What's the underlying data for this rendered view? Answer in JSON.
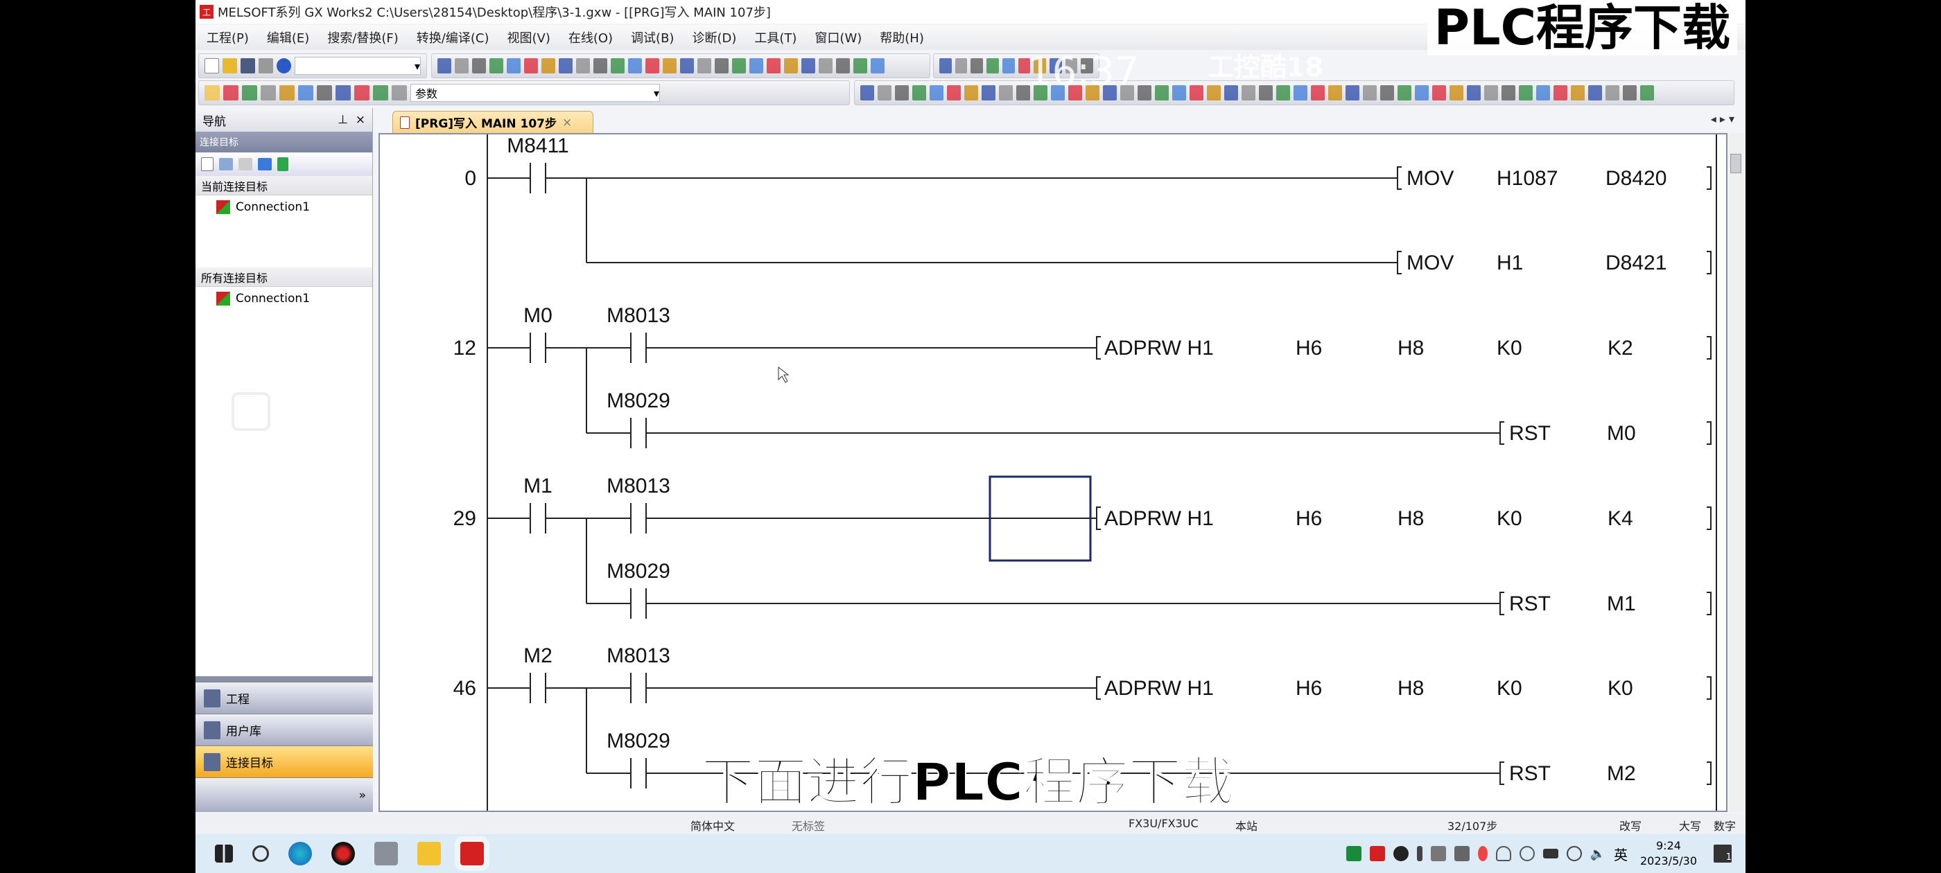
{
  "window": {
    "title": "MELSOFT系列 GX Works2 C:\\Users\\28154\\Desktop\\程序\\3-1.gxw - [[PRG]写入 MAIN 107步]",
    "app_icon": "工"
  },
  "menu": [
    "工程(P)",
    "编辑(E)",
    "搜索/替换(F)",
    "转换/编译(C)",
    "视图(V)",
    "在线(O)",
    "调试(B)",
    "诊断(D)",
    "工具(T)",
    "窗口(W)",
    "帮助(H)"
  ],
  "toolbar": {
    "combo2_value": "参数"
  },
  "nav": {
    "title": "导航",
    "pin": "⊥",
    "close": "×",
    "panel_title": "连接目标",
    "current_label": "当前连接目标",
    "current_item": "Connection1",
    "all_label": "所有连接目标",
    "all_item": "Connection1",
    "buttons": [
      {
        "label": "工程",
        "active": false
      },
      {
        "label": "用户库",
        "active": false
      },
      {
        "label": "连接目标",
        "active": true
      }
    ],
    "more": "»"
  },
  "tab": {
    "label": "[PRG]写入 MAIN 107步",
    "close": "×"
  },
  "tab_nav": "◂ ▸ ▾",
  "ladder": {
    "rungs": [
      {
        "step": "0",
        "contacts": [
          {
            "label": "M8411"
          }
        ],
        "branch": null,
        "instr": [
          "MOV",
          "H1087",
          "D8420"
        ],
        "row2": {
          "contact": null,
          "instr": [
            "MOV",
            "H1",
            "D8421"
          ]
        }
      },
      {
        "step": "12",
        "contacts": [
          {
            "label": "M0"
          },
          {
            "label": "M8013"
          }
        ],
        "instr": [
          "ADPRW H1",
          "H6",
          "H8",
          "K0",
          "K2"
        ],
        "row2": {
          "contact": "M8029",
          "instr": [
            "RST",
            "M0"
          ]
        }
      },
      {
        "step": "29",
        "contacts": [
          {
            "label": "M1"
          },
          {
            "label": "M8013"
          }
        ],
        "instr": [
          "ADPRW H1",
          "H6",
          "H8",
          "K0",
          "K4"
        ],
        "row2": {
          "contact": "M8029",
          "instr": [
            "RST",
            "M1"
          ]
        },
        "cursor": true
      },
      {
        "step": "46",
        "contacts": [
          {
            "label": "M2"
          },
          {
            "label": "M8013"
          }
        ],
        "instr": [
          "ADPRW H1",
          "H6",
          "H8",
          "K0",
          "K0"
        ],
        "row2": {
          "contact": "M8029",
          "instr": [
            "RST",
            "M2"
          ]
        }
      }
    ]
  },
  "status": {
    "lang": "简体中文",
    "mode": "无标签",
    "plc": "FX3U/FX3UC",
    "station": "本站",
    "steps": "32/107步",
    "overwrite": "改写",
    "caps": "大写",
    "num": "数字"
  },
  "taskbar": {
    "time": "9:24",
    "date": "2023/5/30",
    "ime": "英",
    "notif": "1"
  },
  "overlay": {
    "title": "PLC程序下载",
    "subtitle": "下面进行PLC程序下载",
    "clock": "16:37",
    "watermark": "工控酷18"
  }
}
